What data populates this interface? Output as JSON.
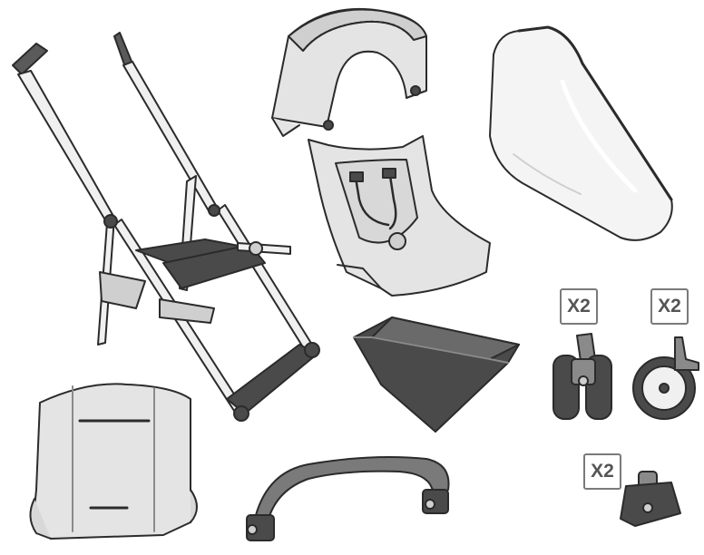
{
  "parts": [
    {
      "name": "stroller-frame"
    },
    {
      "name": "canopy"
    },
    {
      "name": "rain-cover"
    },
    {
      "name": "seat-fabric"
    },
    {
      "name": "front-swivel-wheels",
      "quantity_label": "X2"
    },
    {
      "name": "rear-wheels",
      "quantity_label": "X2"
    },
    {
      "name": "underseat-basket"
    },
    {
      "name": "seat-liner"
    },
    {
      "name": "bumper-bar"
    },
    {
      "name": "adapters",
      "quantity_label": "X2"
    }
  ],
  "colors": {
    "outline": "#2b2b2b",
    "light_fabric": "#e4e4e4",
    "mid_fabric": "#cfcfcf",
    "dark_fabric": "#4a4a4a",
    "frame_metal": "#f0f0f0",
    "badge_border": "#7a7a7a"
  }
}
